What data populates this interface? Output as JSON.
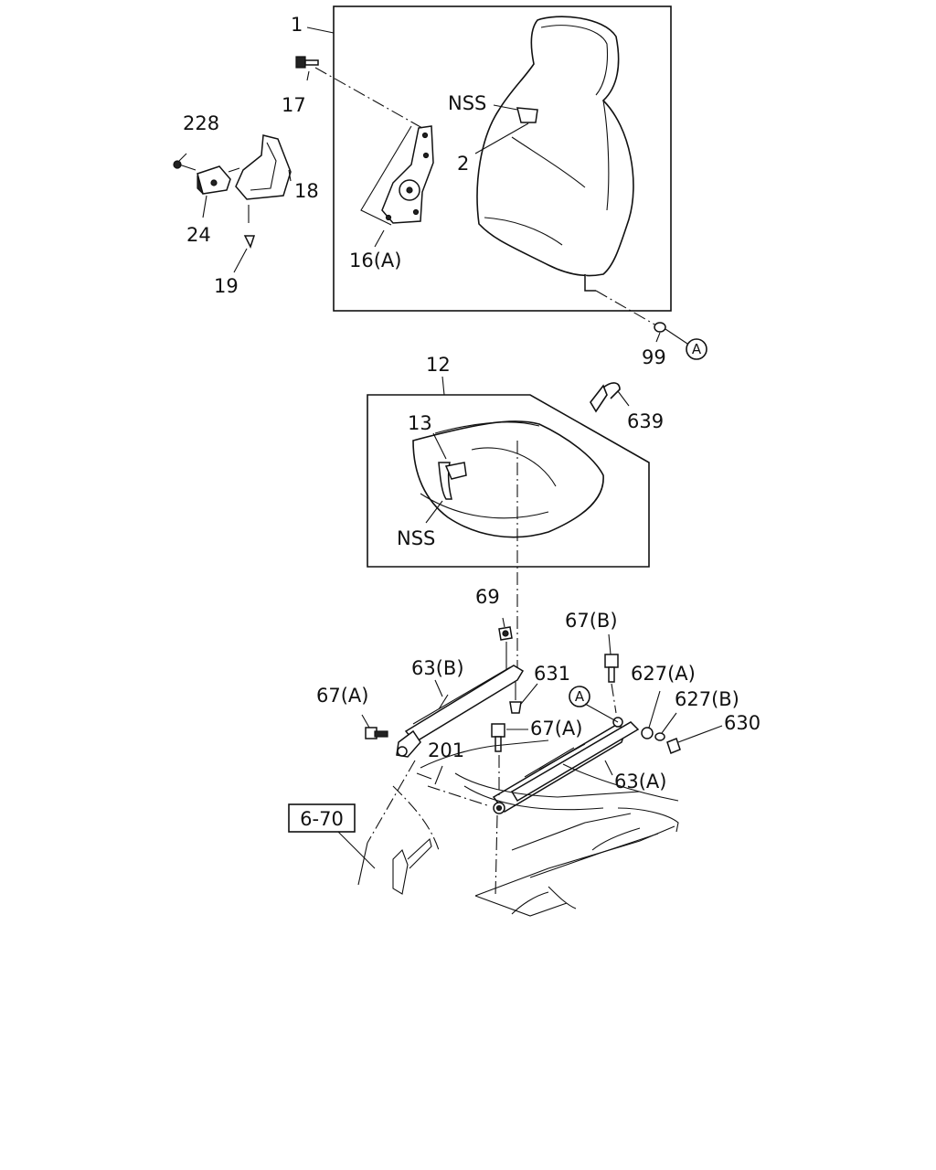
{
  "labels": {
    "p1": "1",
    "p17": "17",
    "nss_back": "NSS",
    "p2": "2",
    "p228": "228",
    "p18": "18",
    "p24": "24",
    "p19": "19",
    "p16a": "16(A)",
    "p99": "99",
    "ref_a_top": "A",
    "p12": "12",
    "p639": "639",
    "p13": "13",
    "nss_cushion": "NSS",
    "p69": "69",
    "p67b": "67(B)",
    "p63b": "63(B)",
    "p631": "631",
    "p627a": "627(A)",
    "ref_a_bottom": "A",
    "p67a_left": "67(A)",
    "p627b": "627(B)",
    "p630": "630",
    "p67a_mid": "67(A)",
    "p201": "201",
    "p63a": "63(A)",
    "ref_670": "6-70"
  }
}
